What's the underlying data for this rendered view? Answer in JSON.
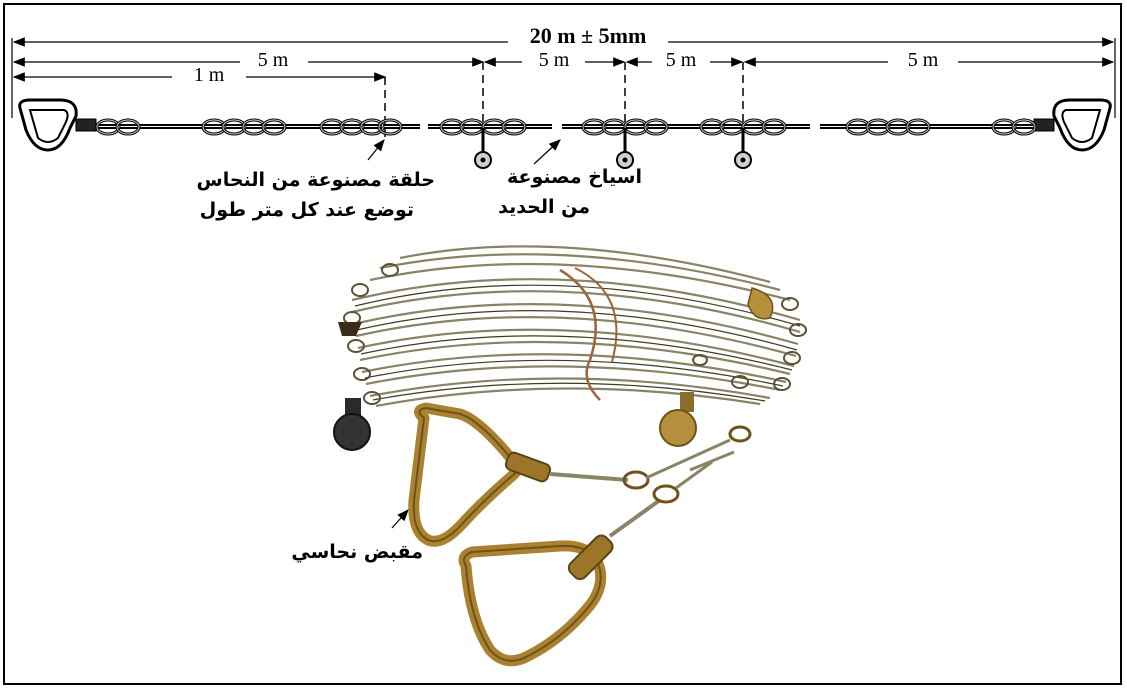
{
  "dimensions": {
    "total": "20 m ± 5mm",
    "seg_5m_first": "5 m",
    "seg_1m": "1 m",
    "seg_5m_second": "5 m",
    "seg_5m_third": "5 m",
    "seg_5m_last": "5 m"
  },
  "labels": {
    "brass_ring_line1": "حلقة مصنوعة من النحاس",
    "brass_ring_line2": "توضع عند كل متر طول",
    "iron_pins_line1": "اسياخ مصنوعة",
    "iron_pins_line2": "من الحديد",
    "brass_handle": "مقبض نحاسي"
  },
  "colors": {
    "line": "#000000",
    "chain_fill": "#d9d9d9",
    "brass": "#a9812f",
    "brass_dark": "#6e521a",
    "steel": "#8a8466"
  }
}
